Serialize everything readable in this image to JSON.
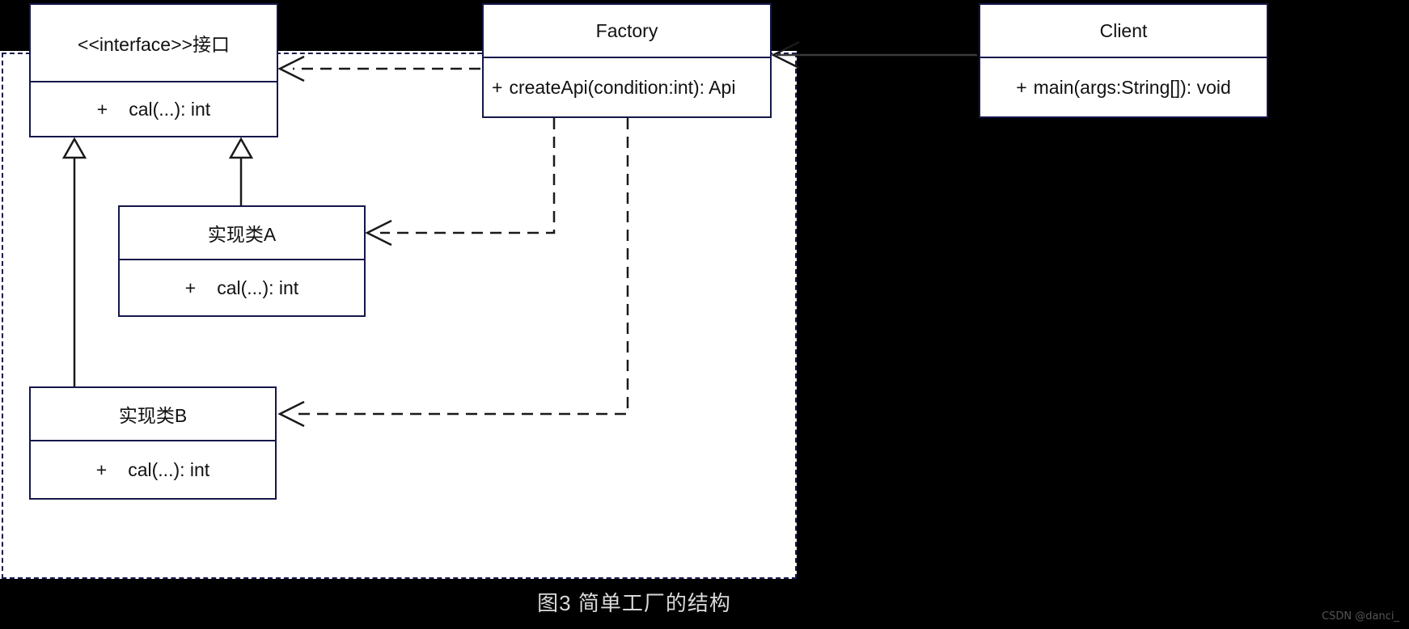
{
  "diagram": {
    "caption": "图3 简单工厂的结构",
    "watermark": "CSDN @danci_",
    "colors": {
      "box_border": "#15174a",
      "box_fill": "#ffffff",
      "canvas": "#ffffff",
      "page_background": "#000000",
      "connector": "#1a1a1a",
      "selection_dash": "#1b1b4f",
      "caption_text": "#d9d9d9",
      "watermark_text": "#555555"
    }
  },
  "classes": {
    "interface": {
      "name": "<<interface>>接口",
      "operations": [
        {
          "visibility": "+",
          "signature": "cal(...): int"
        }
      ]
    },
    "impl_a": {
      "name": "实现类A",
      "operations": [
        {
          "visibility": "+",
          "signature": "cal(...): int"
        }
      ]
    },
    "impl_b": {
      "name": "实现类B",
      "operations": [
        {
          "visibility": "+",
          "signature": "cal(...): int"
        }
      ]
    },
    "factory": {
      "name": "Factory",
      "operations": [
        {
          "visibility": "+",
          "signature": "createApi(condition:int): Api"
        }
      ]
    },
    "client": {
      "name": "Client",
      "operations": [
        {
          "visibility": "+",
          "signature": "main(args:String[]): void"
        }
      ]
    }
  },
  "relationships": [
    {
      "id": "impl-a-generalizes-interface",
      "from": "impl_a",
      "to": "interface",
      "type": "generalization",
      "style": "solid",
      "arrowhead": "hollow-triangle"
    },
    {
      "id": "impl-b-generalizes-interface",
      "from": "impl_b",
      "to": "interface",
      "type": "generalization",
      "style": "solid",
      "arrowhead": "hollow-triangle"
    },
    {
      "id": "factory-depends-interface",
      "from": "factory",
      "to": "interface",
      "type": "dependency",
      "style": "dashed",
      "arrowhead": "open-arrow"
    },
    {
      "id": "factory-depends-impl-a",
      "from": "factory",
      "to": "impl_a",
      "type": "dependency",
      "style": "dashed",
      "arrowhead": "open-arrow"
    },
    {
      "id": "factory-depends-impl-b",
      "from": "factory",
      "to": "impl_b",
      "type": "dependency",
      "style": "dashed",
      "arrowhead": "open-arrow"
    },
    {
      "id": "client-uses-factory",
      "from": "client",
      "to": "factory",
      "type": "association",
      "style": "solid",
      "arrowhead": "open-arrow"
    }
  ]
}
